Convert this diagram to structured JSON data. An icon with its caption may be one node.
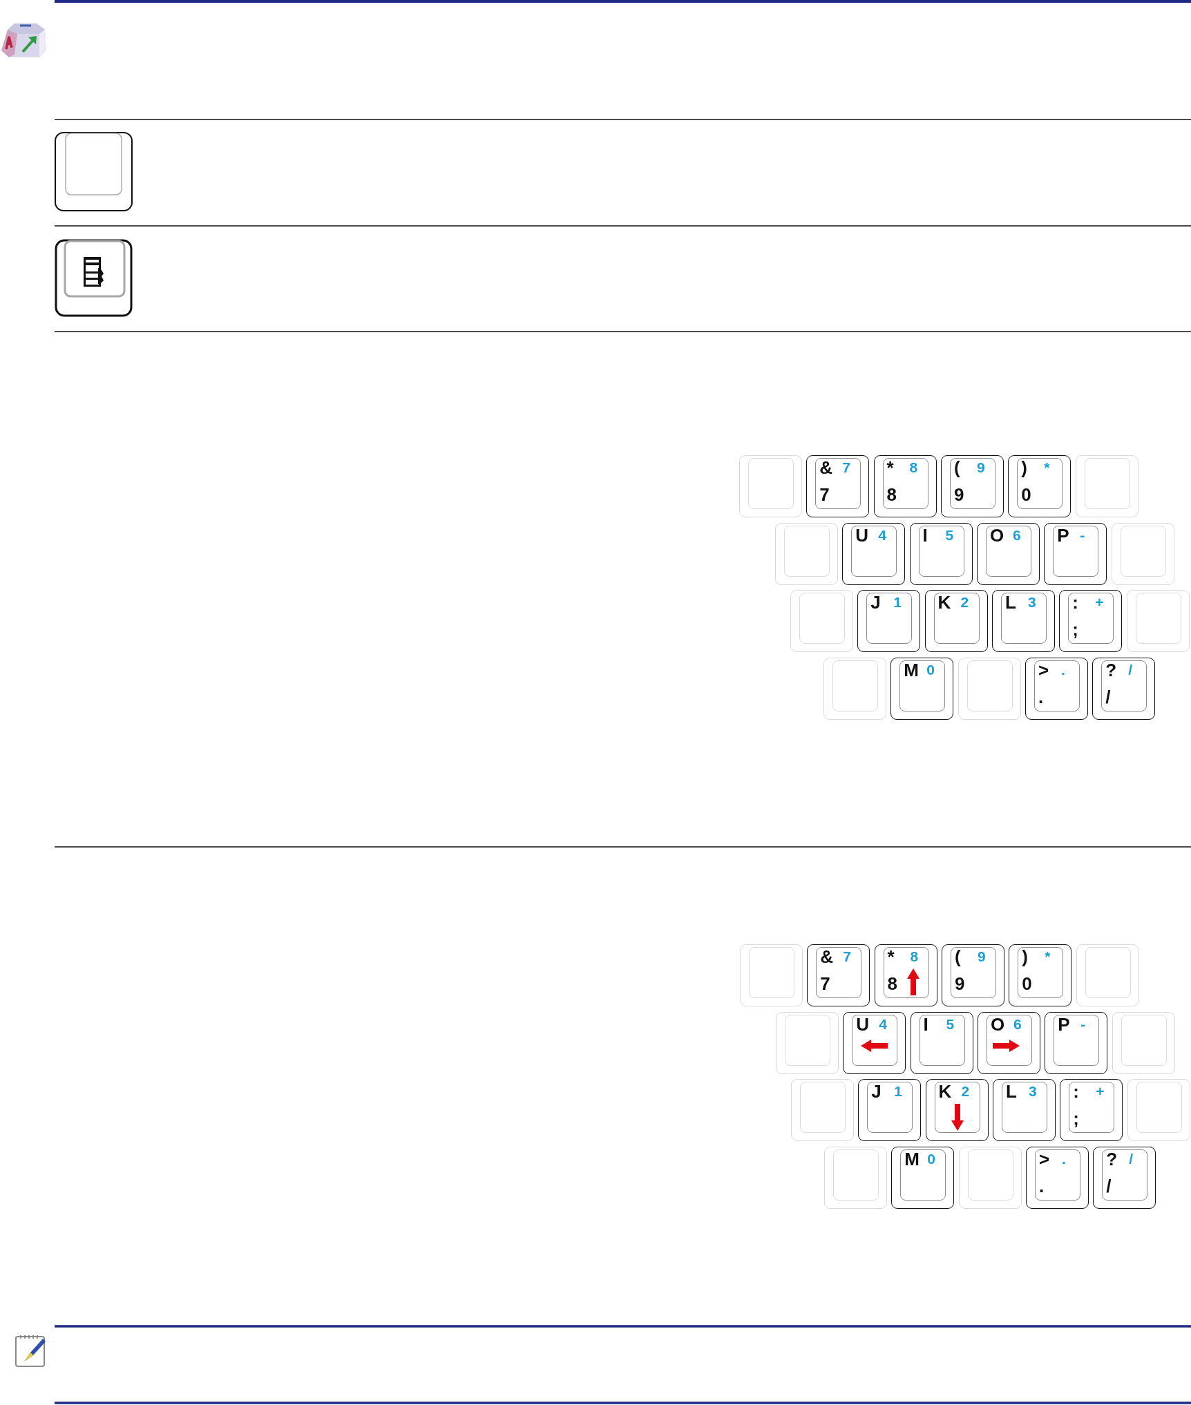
{
  "diagram": {
    "nodes": [
      {
        "text": [],
        "shape": "box"
      },
      {
        "text": [
          "&",
          "7",
          "7"
        ]
      },
      {
        "text": [
          "*",
          "8",
          "8"
        ]
      },
      {
        "text": [
          "(",
          "9",
          "9"
        ]
      },
      {
        "text": [
          ")",
          "*",
          "0"
        ]
      },
      {
        "text": [],
        "shape": "box"
      },
      {
        "text": [],
        "shape": "box"
      },
      {
        "text": [
          "U",
          "4"
        ]
      },
      {
        "text": [
          "I",
          "5"
        ]
      },
      {
        "text": [
          "O",
          "6"
        ]
      },
      {
        "text": [
          "P",
          "-"
        ]
      },
      {
        "text": [],
        "shape": "box"
      },
      {
        "text": [],
        "shape": "box"
      },
      {
        "text": [
          "J",
          "1"
        ]
      },
      {
        "text": [
          "K",
          "2"
        ]
      },
      {
        "text": [
          "L",
          "3"
        ]
      },
      {
        "text": [
          ":",
          "+",
          ";"
        ]
      },
      {
        "text": [],
        "shape": "box"
      },
      {
        "text": [],
        "shape": "box"
      },
      {
        "text": [
          "M",
          "0"
        ]
      },
      {
        "text": [],
        "shape": "box"
      },
      {
        "text": [
          ">",
          ".",
          "."
        ]
      },
      {
        "text": [
          "?",
          "/",
          "/"
        ]
      },
      {
        "text": [],
        "shape": "box"
      },
      {
        "text": [
          "&",
          "7",
          "7"
        ]
      },
      {
        "text": [
          "*",
          "8",
          "8"
        ]
      },
      {
        "text": [
          "(",
          "9",
          "9"
        ]
      },
      {
        "text": [
          ")",
          "*",
          "0"
        ]
      },
      {
        "text": [],
        "shape": "box"
      },
      {
        "text": [],
        "shape": "box"
      },
      {
        "text": [
          "U",
          "4"
        ]
      },
      {
        "text": [
          "I",
          "5"
        ]
      },
      {
        "text": [
          "O",
          "6"
        ]
      },
      {
        "text": [
          "P",
          "-"
        ]
      },
      {
        "text": [],
        "shape": "box"
      },
      {
        "text": [],
        "shape": "box"
      },
      {
        "text": [
          "J",
          "1"
        ]
      },
      {
        "text": [
          "K",
          "2"
        ]
      },
      {
        "text": [
          "L",
          "3"
        ]
      },
      {
        "text": [
          ":",
          "+",
          ";"
        ]
      },
      {
        "text": [],
        "shape": "box"
      },
      {
        "text": [],
        "shape": "box"
      },
      {
        "text": [
          "M",
          "0"
        ]
      },
      {
        "text": [],
        "shape": "box"
      },
      {
        "text": [
          ">",
          ".",
          "."
        ]
      },
      {
        "text": [
          "?",
          "/",
          "/"
        ]
      }
    ]
  }
}
